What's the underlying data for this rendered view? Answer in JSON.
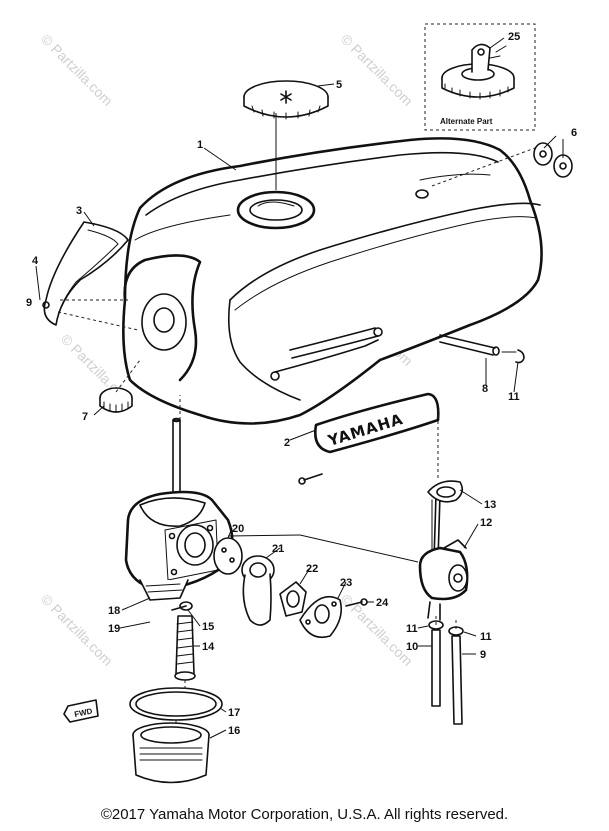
{
  "diagram": {
    "callouts": [
      "1",
      "2",
      "3",
      "4",
      "5",
      "6",
      "7",
      "8",
      "9",
      "10",
      "11",
      "12",
      "13",
      "14",
      "15",
      "16",
      "17",
      "18",
      "19",
      "20",
      "21",
      "22",
      "23",
      "24",
      "25"
    ],
    "inset_label": "Alternate Part",
    "emblem_text": "YAMAHA",
    "direction_label": "FWD",
    "watermark": "© Partzilla.com"
  },
  "footer": {
    "copyright": "©2017 Yamaha Motor Corporation, U.S.A. All rights reserved."
  }
}
